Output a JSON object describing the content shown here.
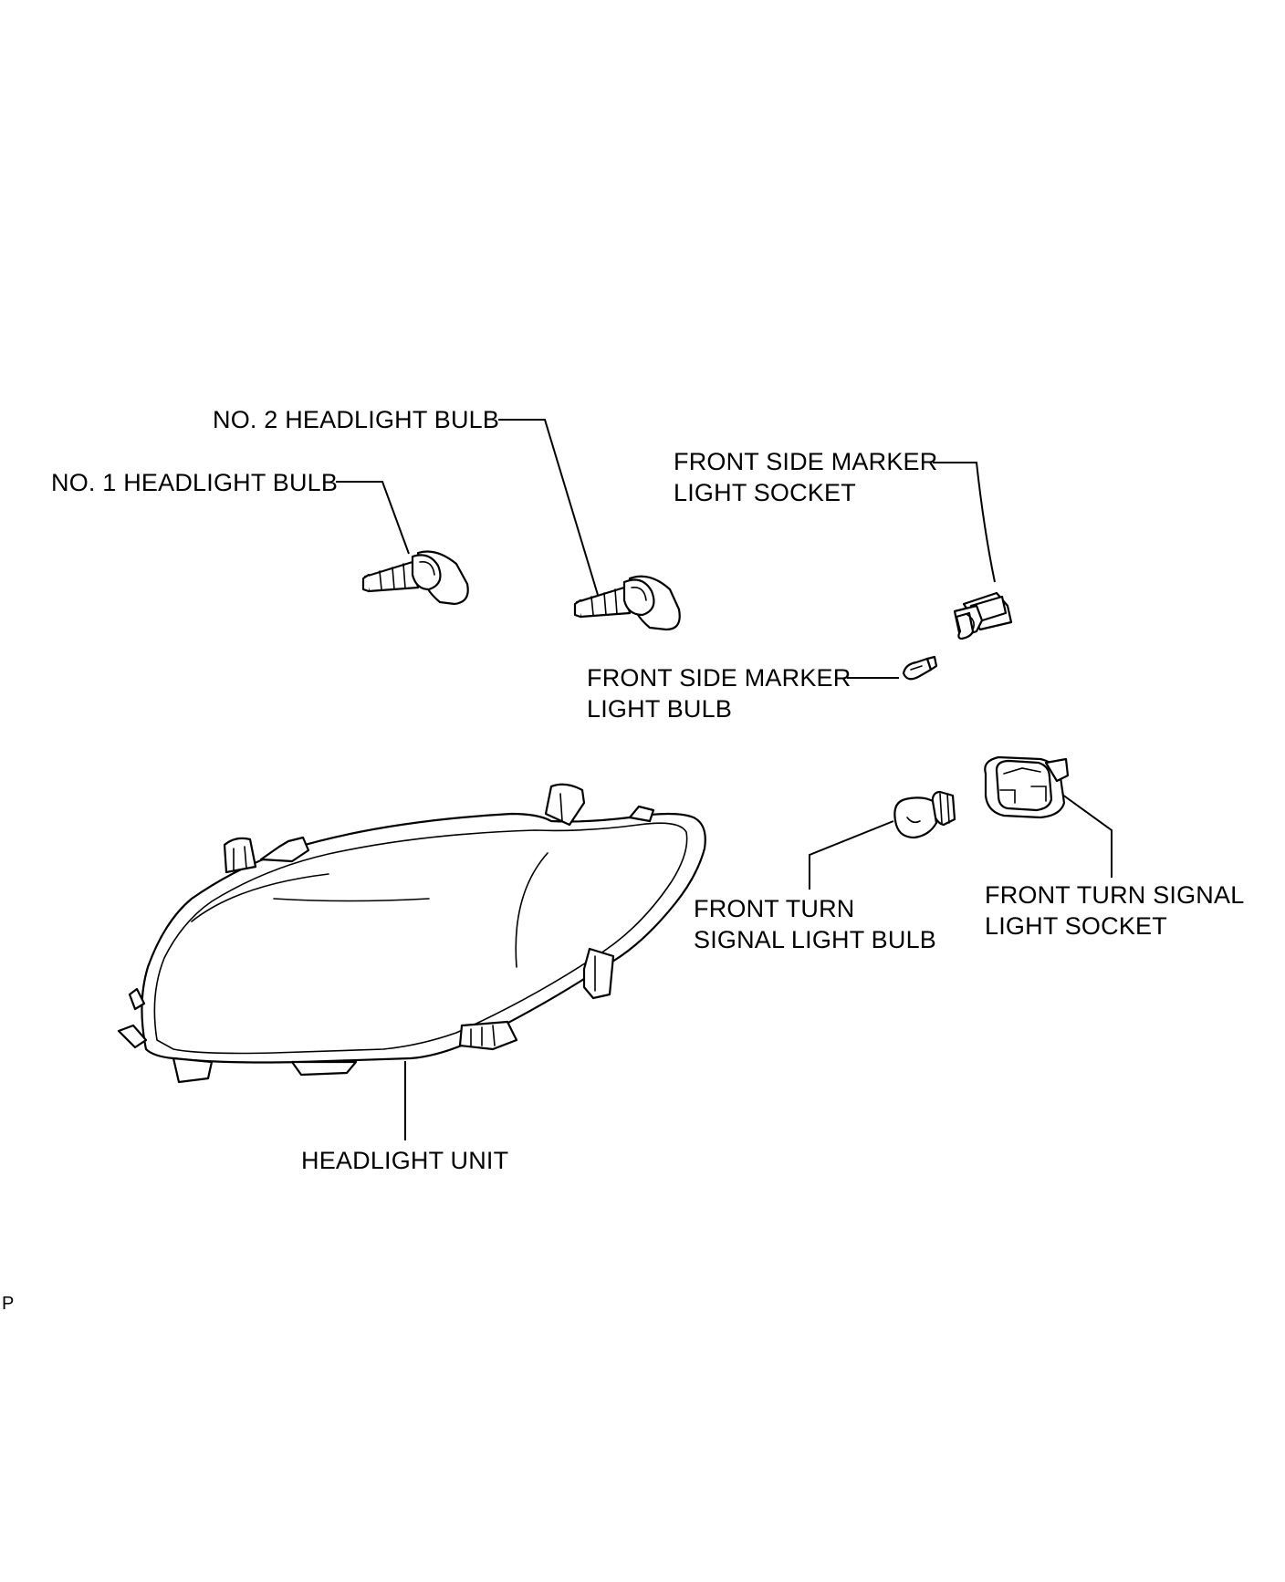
{
  "labels": {
    "no2_headlight_bulb": "NO. 2 HEADLIGHT BULB",
    "no1_headlight_bulb": "NO. 1 HEADLIGHT BULB",
    "front_side_marker_socket": [
      "FRONT SIDE MARKER",
      "LIGHT SOCKET"
    ],
    "front_side_marker_bulb": [
      "FRONT SIDE MARKER",
      "LIGHT BULB"
    ],
    "front_turn_signal_bulb": [
      "FRONT TURN",
      "SIGNAL LIGHT BULB"
    ],
    "front_turn_signal_socket": [
      "FRONT TURN SIGNAL",
      "LIGHT SOCKET"
    ],
    "headlight_unit": "HEADLIGHT UNIT"
  },
  "corner_mark": "P",
  "colors": {
    "line": "#000000",
    "background": "#ffffff"
  }
}
